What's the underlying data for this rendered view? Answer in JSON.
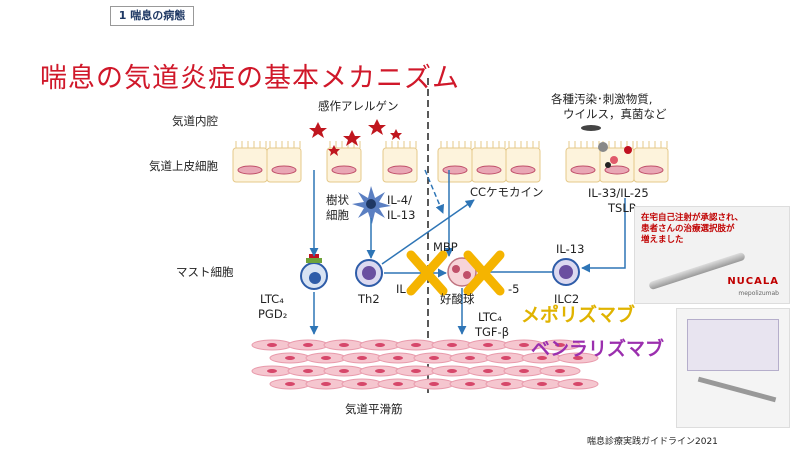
{
  "section_tag": "1 喘息の病態",
  "title": "喘息の気道炎症の基本メカニズム",
  "labels": {
    "airway_lumen": "気道内腔",
    "epithelium": "気道上皮細胞",
    "mast_cell": "マスト細胞",
    "allergen": "感作アレルゲン",
    "dendritic_1": "樹状",
    "dendritic_2": "細胞",
    "il4": "IL-4/",
    "il13_a": "IL-13",
    "th2": "Th2",
    "il5_left": "IL",
    "mbp": "MBP",
    "eosinophil": "好酸球",
    "il5_right": "-5",
    "ilc2": "ILC2",
    "cc_chemokine": "CCケモカイン",
    "il13_b": "IL-13",
    "il33": "IL-33/IL-25",
    "tslp": "TSLP",
    "pollutants_1": "各種汚染･刺激物質,",
    "pollutants_2": "ウイルス，真菌など",
    "ltc4_1": "LTC₄",
    "pgd2": "PGD₂",
    "ltc4_2": "LTC₄",
    "tgfb": "TGF-β",
    "smooth_muscle": "気道平滑筋"
  },
  "drugs": {
    "mepolizumab": "メポリズマブ",
    "benralizumab": "ベンラリズマブ"
  },
  "photo1": {
    "note_1": "在宅自己注射が承認され、",
    "note_2": "患者さんの治療選択肢が",
    "note_3": "増えました",
    "brand": "NUCALA",
    "brand_sub": "mepolizumab"
  },
  "source": "喘息診療実践ガイドライン2021",
  "colors": {
    "title": "#d0182a",
    "mepolizumab": "#e0b300",
    "benralizumab": "#9b2fae",
    "arrow": "#2e75b6",
    "x_mark": "#f5b400",
    "cell_fill": "#fdf3dc",
    "cell_nucleus": "#e9a7b5"
  }
}
